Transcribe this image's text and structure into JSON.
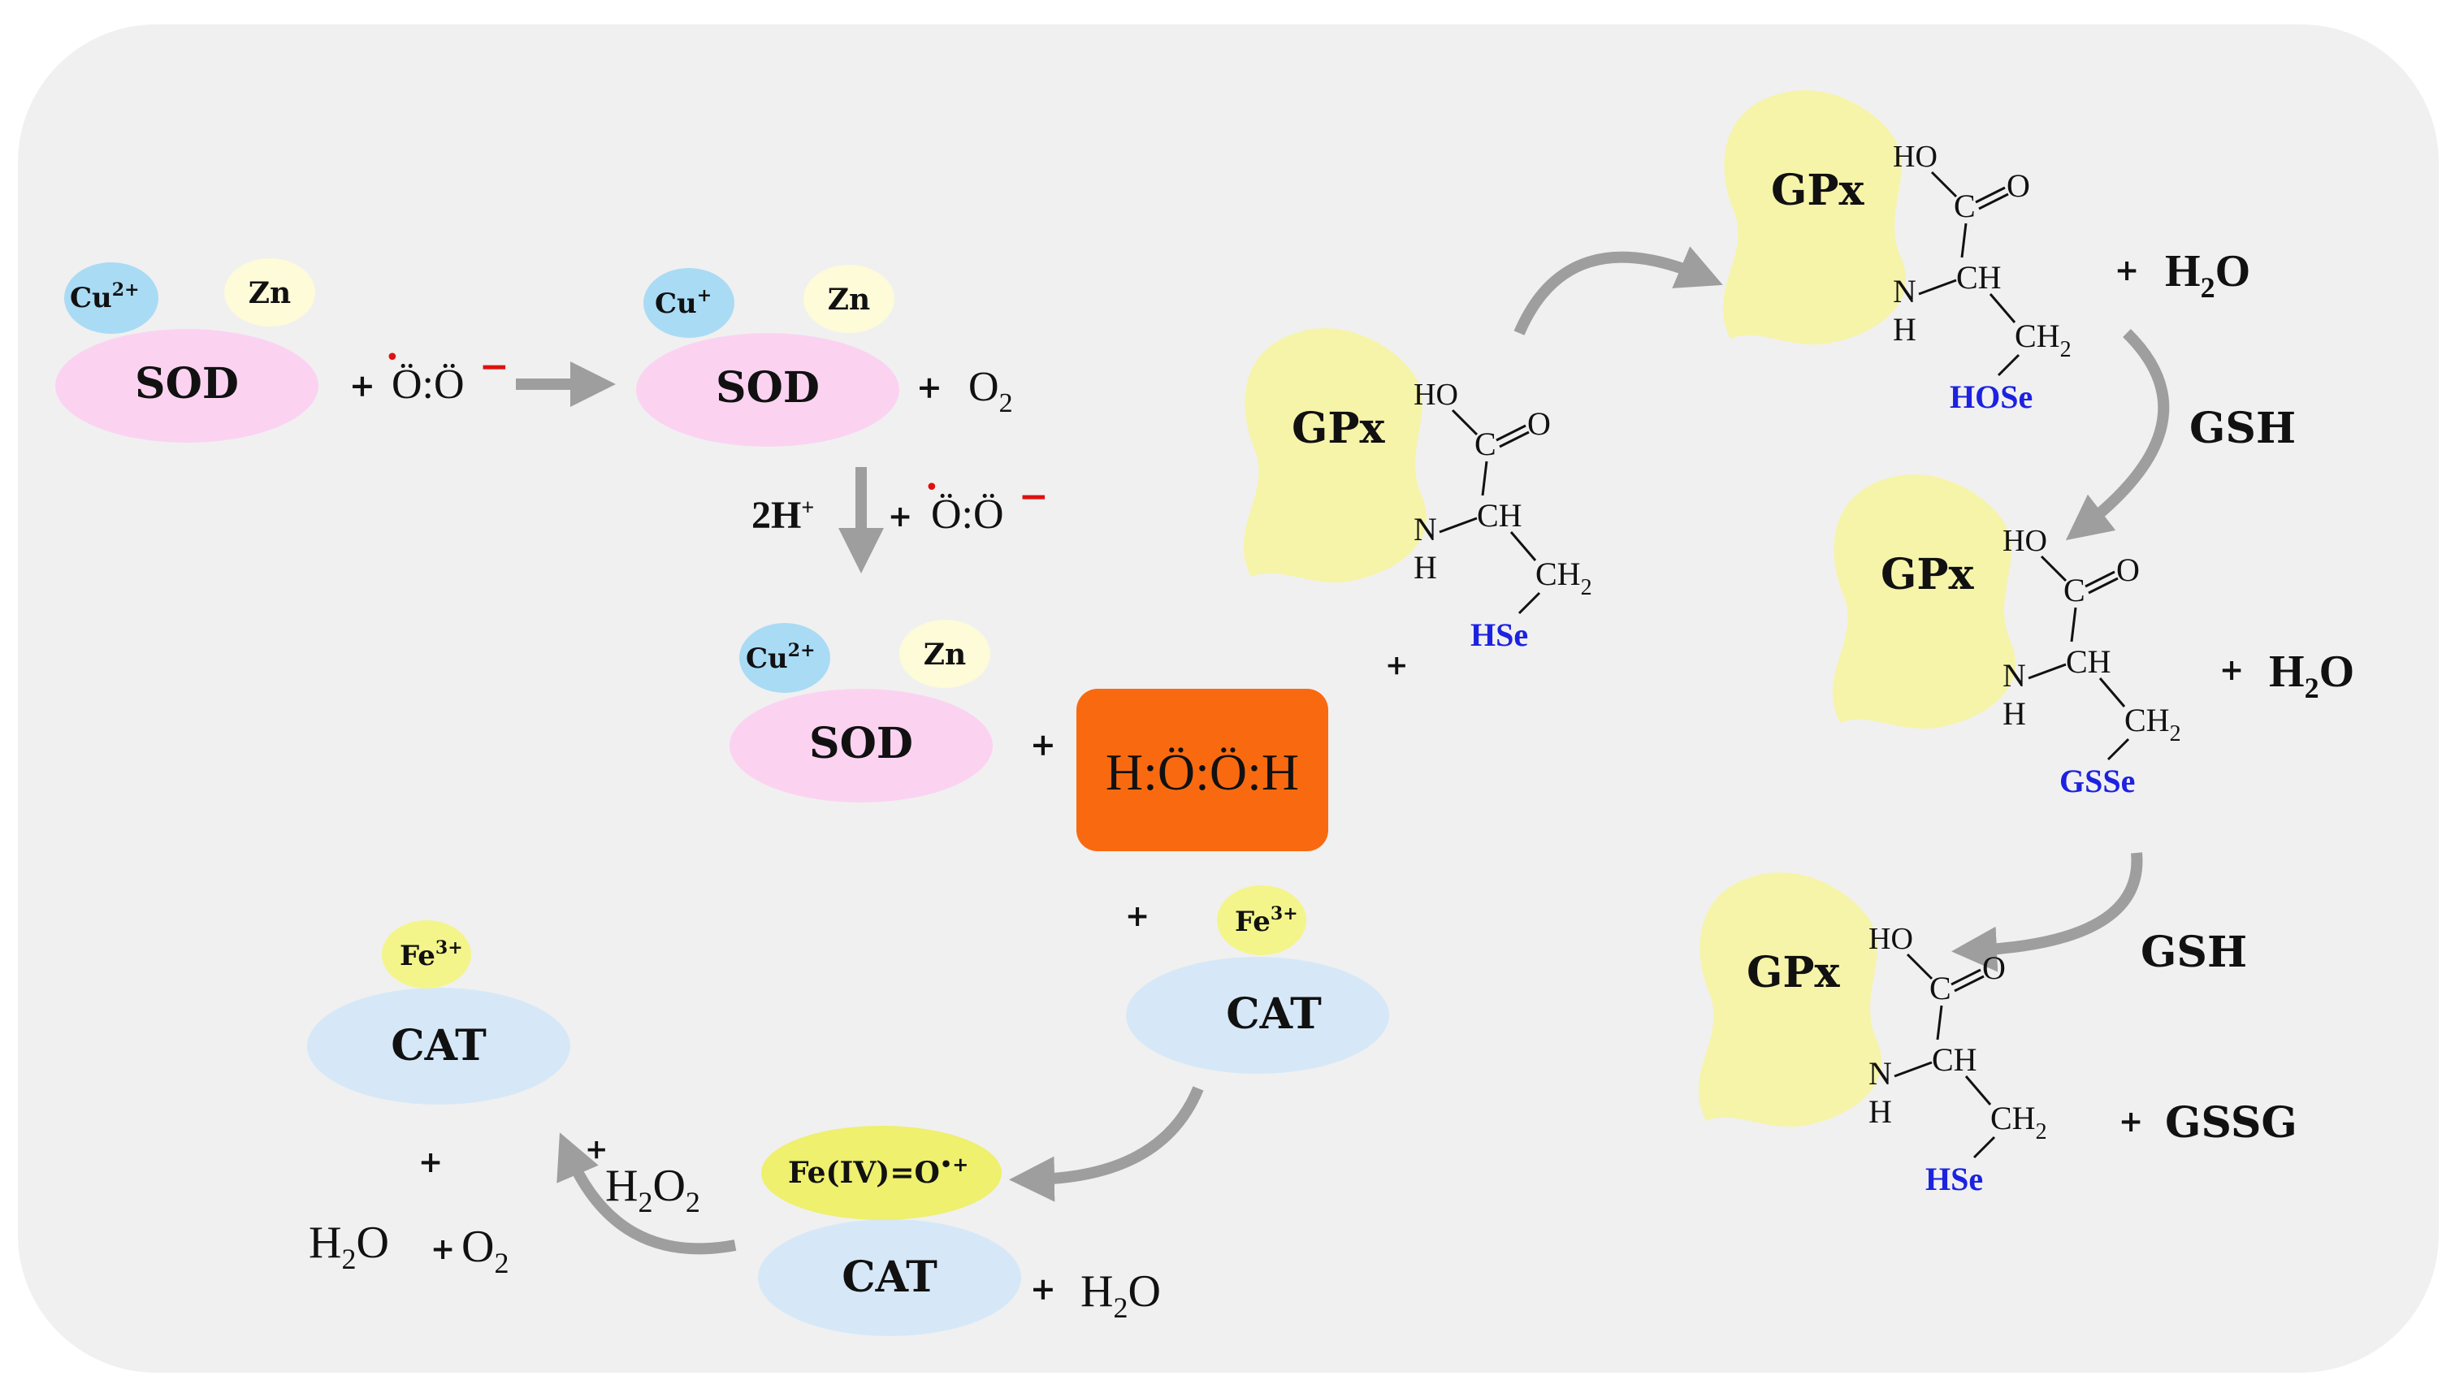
{
  "colors": {
    "panel": "#f0f0f0",
    "sod": "#fbd3f1",
    "cat": "#d6e8f7",
    "cu_ion": "#a9dbf5",
    "zn": "#fdfbd8",
    "fe": "#f3f58a",
    "fe_iv": "#eef06e",
    "gpx": "#f6f4a9",
    "h2o2_box": "#f96a10",
    "arrow": "#9e9e9e",
    "blue_text": "#1c22e0"
  },
  "labels": {
    "sod": "SOD",
    "cat": "CAT",
    "gpx": "GPx",
    "zn": "Zn",
    "cu": "Cu",
    "fe": "Fe",
    "charge_2plus": "2+",
    "charge_plus": "+",
    "charge_3plus": "3+",
    "fe_iv": "Fe(IV)=O",
    "fe_iv_sup": "•+",
    "plus": "+",
    "o2": "O",
    "h2o": "H",
    "h2o2": "H",
    "sub2": "2",
    "o_tail": "O",
    "two_h": "2H",
    "two_h_sup": "+",
    "gsh": "GSH",
    "gssg": "GSSG",
    "superoxide": "Ö:Ö",
    "superoxide_minus": "−",
    "radical_dot": "•",
    "peroxide": "H:Ö:Ö:H",
    "ho": "HO",
    "c": "C",
    "o": "O",
    "n": "N",
    "h": "H",
    "ch": "CH",
    "ch2": "CH",
    "hse": "HSe",
    "hose": "HOSe",
    "gsse": "GSSe"
  }
}
